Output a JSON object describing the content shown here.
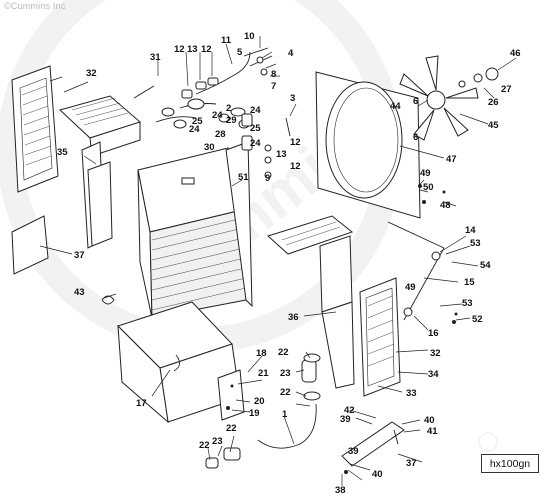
{
  "watermark": {
    "copyright": "©Cummins Inc",
    "brand": "Cummins"
  },
  "drawing_code": "hx100gn",
  "callouts": [
    {
      "n": "1"
    },
    {
      "n": "2"
    },
    {
      "n": "3"
    },
    {
      "n": "4"
    },
    {
      "n": "5"
    },
    {
      "n": "6"
    },
    {
      "n": "6"
    },
    {
      "n": "7"
    },
    {
      "n": "8"
    },
    {
      "n": "9"
    },
    {
      "n": "10"
    },
    {
      "n": "11"
    },
    {
      "n": "12"
    },
    {
      "n": "12"
    },
    {
      "n": "12"
    },
    {
      "n": "12"
    },
    {
      "n": "13"
    },
    {
      "n": "13"
    },
    {
      "n": "14"
    },
    {
      "n": "15"
    },
    {
      "n": "16"
    },
    {
      "n": "17"
    },
    {
      "n": "18"
    },
    {
      "n": "19"
    },
    {
      "n": "20"
    },
    {
      "n": "21"
    },
    {
      "n": "22"
    },
    {
      "n": "22"
    },
    {
      "n": "22"
    },
    {
      "n": "22"
    },
    {
      "n": "23"
    },
    {
      "n": "23"
    },
    {
      "n": "24"
    },
    {
      "n": "24"
    },
    {
      "n": "24"
    },
    {
      "n": "24"
    },
    {
      "n": "25"
    },
    {
      "n": "25"
    },
    {
      "n": "26"
    },
    {
      "n": "27"
    },
    {
      "n": "28"
    },
    {
      "n": "29"
    },
    {
      "n": "30"
    },
    {
      "n": "31"
    },
    {
      "n": "32"
    },
    {
      "n": "32"
    },
    {
      "n": "33"
    },
    {
      "n": "34"
    },
    {
      "n": "35"
    },
    {
      "n": "36"
    },
    {
      "n": "37"
    },
    {
      "n": "37"
    },
    {
      "n": "38"
    },
    {
      "n": "39"
    },
    {
      "n": "39"
    },
    {
      "n": "40"
    },
    {
      "n": "40"
    },
    {
      "n": "41"
    },
    {
      "n": "42"
    },
    {
      "n": "43"
    },
    {
      "n": "44"
    },
    {
      "n": "45"
    },
    {
      "n": "46"
    },
    {
      "n": "47"
    },
    {
      "n": "48"
    },
    {
      "n": "49"
    },
    {
      "n": "49"
    },
    {
      "n": "50"
    },
    {
      "n": "51"
    },
    {
      "n": "52"
    },
    {
      "n": "53"
    },
    {
      "n": "53"
    },
    {
      "n": "54"
    }
  ]
}
